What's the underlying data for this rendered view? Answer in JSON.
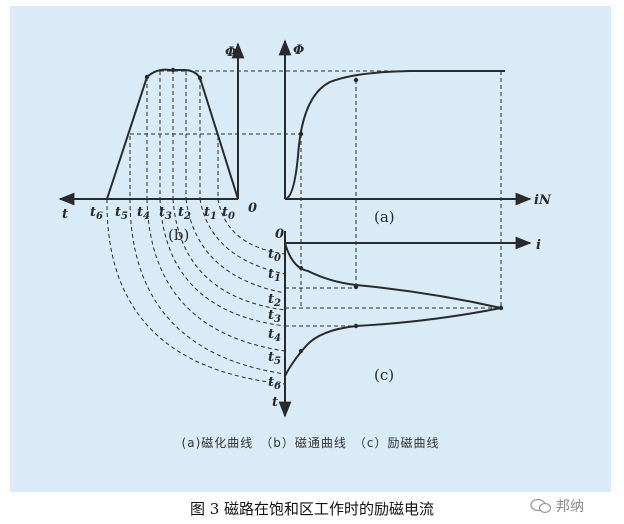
{
  "labels": {
    "phi_b": "Φ",
    "phi_a": "Φ",
    "axis_t": "t",
    "axis_t_down": "t",
    "axis_iN": "iN",
    "axis_i": "i",
    "origin_b": "0",
    "origin_c": "0",
    "panel_a": "(a)",
    "panel_b": "(b)",
    "panel_c": "(c)"
  },
  "time_ticks": [
    {
      "base": "t",
      "sub": "6"
    },
    {
      "base": "t",
      "sub": "5"
    },
    {
      "base": "t",
      "sub": "4"
    },
    {
      "base": "t",
      "sub": "3"
    },
    {
      "base": "t",
      "sub": "2"
    },
    {
      "base": "t",
      "sub": "1"
    },
    {
      "base": "t",
      "sub": "0"
    }
  ],
  "c_ticks": [
    {
      "base": "t",
      "sub": "0"
    },
    {
      "base": "t",
      "sub": "1"
    },
    {
      "base": "t",
      "sub": "2"
    },
    {
      "base": "t",
      "sub": "3"
    },
    {
      "base": "t",
      "sub": "4"
    },
    {
      "base": "t",
      "sub": "5"
    },
    {
      "base": "t",
      "sub": "6"
    }
  ],
  "panel_caption": "(a)磁化曲线　（b）磁通曲线　（c）励磁曲线",
  "figure_caption": "图 3  磁路在饱和区工作时的励磁电流",
  "watermark": "邦纳",
  "colors": {
    "panel_bg": "#d9ebf6",
    "ink": "#2a2a2a"
  }
}
